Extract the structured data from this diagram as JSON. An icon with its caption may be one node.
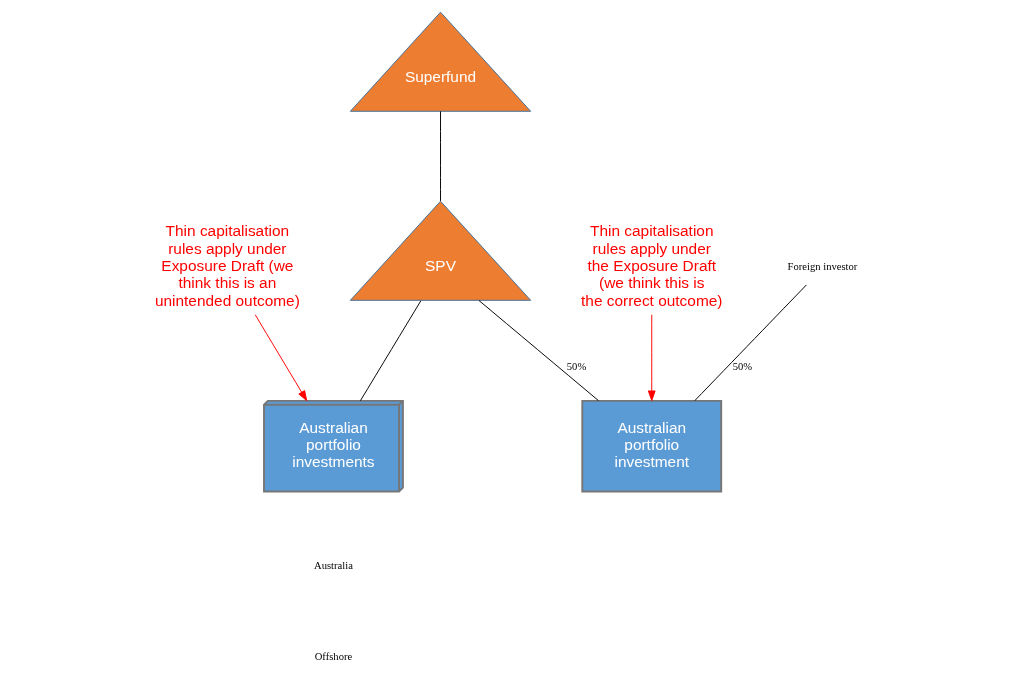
{
  "diagram": {
    "nodes": [
      {
        "text": [
          "Superfund"
        ]
      },
      {
        "text": [
          "SPV"
        ]
      },
      {
        "text": [
          "Foreign investor"
        ]
      },
      {
        "text": [
          "Australian portfolio investments"
        ]
      },
      {
        "text": [
          "Australian portfolio investment"
        ]
      },
      {
        "text": [
          "Thin capitalisation rules apply under Exposure Draft (we think this is an unintended outcome)"
        ]
      },
      {
        "text": [
          "Thin capitalisation rules apply under the Exposure Draft (we think this is the correct outcome)"
        ]
      }
    ],
    "edges": [
      {
        "from": 0,
        "to": 1,
        "arrow": "none"
      },
      {
        "from": 1,
        "to": 4,
        "arrow": "none",
        "label": "50%"
      },
      {
        "from": 2,
        "to": 4,
        "arrow": "none",
        "label": "50%"
      },
      {
        "from": 1,
        "to": 3,
        "arrow": "none"
      },
      {
        "from": 5,
        "to": 3,
        "arrow": "to",
        "color": "#ff0000"
      },
      {
        "from": 6,
        "to": 4,
        "arrow": "to",
        "color": "#ff0000"
      }
    ],
    "labels": [
      "Australia",
      "Offshore"
    ]
  }
}
